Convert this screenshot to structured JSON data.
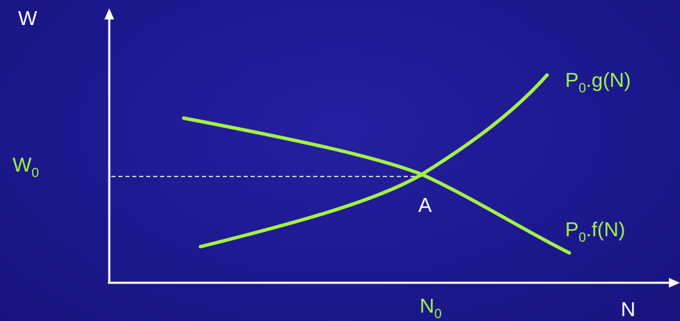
{
  "axes": {
    "y_label": "W",
    "x_label": "N"
  },
  "markers": {
    "w0_main": "W",
    "w0_sub": "0",
    "n0_main": "N",
    "n0_sub": "0",
    "point_label": "A"
  },
  "curves": {
    "upper_label_prefix": "P",
    "upper_label_sub": "0",
    "upper_label_suffix": ".g(N)",
    "lower_label_prefix": "P",
    "lower_label_sub": "0",
    "lower_label_suffix": ".f(N)"
  },
  "colors": {
    "background": "#1d1a8f",
    "axis": "#ffffff",
    "curve": "#a6f046",
    "text_white": "#ffffff",
    "text_green": "#a6f046",
    "dashed": "#ffffff"
  }
}
